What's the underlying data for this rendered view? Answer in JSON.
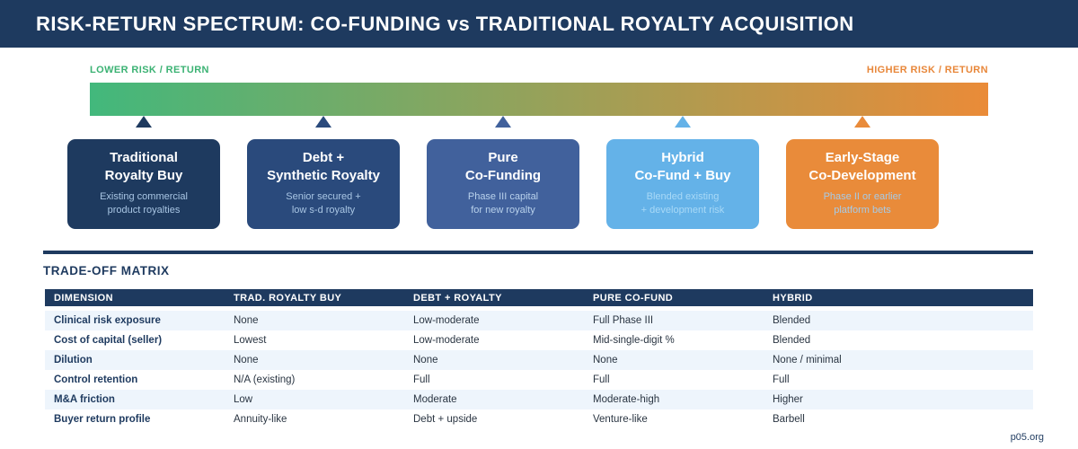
{
  "colors": {
    "navy": "#1e3a5f",
    "gradient_start": "#42b87c",
    "gradient_end": "#ea8b38",
    "lower_label": "#3bb273",
    "higher_label": "#e8873a",
    "row_stripe": "#eef5fc"
  },
  "header": {
    "title": "RISK-RETURN SPECTRUM: CO-FUNDING vs TRADITIONAL ROYALTY ACQUISITION"
  },
  "spectrum": {
    "lower_label": "LOWER RISK / RETURN",
    "higher_label": "HIGHER RISK / RETURN",
    "items": [
      {
        "title_line1": "Traditional",
        "title_line2": "Royalty Buy",
        "subtitle_line1": "Existing commercial",
        "subtitle_line2": "product royalties",
        "color": "#1e3a5f",
        "subtitle_color": "#a9c6e4"
      },
      {
        "title_line1": "Debt +",
        "title_line2": "Synthetic Royalty",
        "subtitle_line1": "Senior secured +",
        "subtitle_line2": "low s-d royalty",
        "color": "#2a4a7c",
        "subtitle_color": "#a9c6e4"
      },
      {
        "title_line1": "Pure",
        "title_line2": "Co-Funding",
        "subtitle_line1": "Phase III capital",
        "subtitle_line2": "for new royalty",
        "color": "#41619c",
        "subtitle_color": "#b9d2ec"
      },
      {
        "title_line1": "Hybrid",
        "title_line2": "Co-Fund + Buy",
        "subtitle_line1": "Blended existing",
        "subtitle_line2": "+ development risk",
        "color": "#64b2e8",
        "subtitle_color": "#a8d9f7"
      },
      {
        "title_line1": "Early-Stage",
        "title_line2": "Co-Development",
        "subtitle_line1": "Phase II or earlier",
        "subtitle_line2": "platform bets",
        "color": "#e98b3a",
        "subtitle_color": "#a6cbe8"
      }
    ]
  },
  "matrix": {
    "heading": "TRADE-OFF MATRIX",
    "columns": [
      "DIMENSION",
      "TRAD. ROYALTY BUY",
      "DEBT + ROYALTY",
      "PURE CO-FUND",
      "HYBRID"
    ],
    "rows": [
      {
        "dimension": "Clinical risk exposure",
        "values": [
          "None",
          "Low-moderate",
          "Full Phase III",
          "Blended"
        ]
      },
      {
        "dimension": "Cost of capital (seller)",
        "values": [
          "Lowest",
          "Low-moderate",
          "Mid-single-digit %",
          "Blended"
        ]
      },
      {
        "dimension": "Dilution",
        "values": [
          "None",
          "None",
          "None",
          "None / minimal"
        ]
      },
      {
        "dimension": "Control retention",
        "values": [
          "N/A (existing)",
          "Full",
          "Full",
          "Full"
        ]
      },
      {
        "dimension": "M&A friction",
        "values": [
          "Low",
          "Moderate",
          "Moderate-high",
          "Higher"
        ]
      },
      {
        "dimension": "Buyer return profile",
        "values": [
          "Annuity-like",
          "Debt + upside",
          "Venture-like",
          "Barbell"
        ]
      }
    ]
  },
  "footer": {
    "source": "p05.org"
  }
}
